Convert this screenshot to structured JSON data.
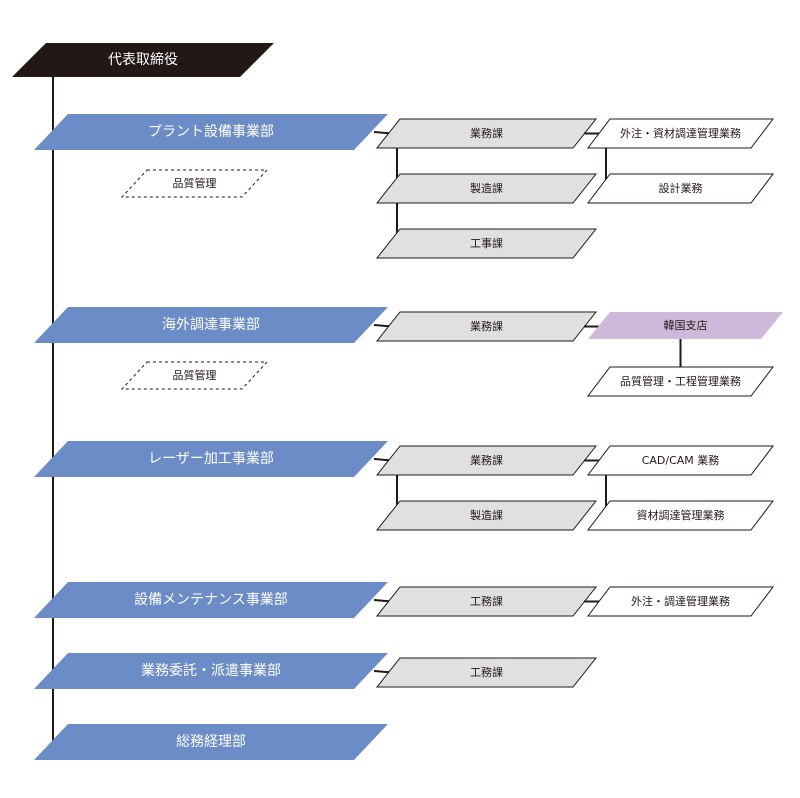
{
  "colors": {
    "head_fill": "#231815",
    "division_fill": "#6b8cc7",
    "section_fill": "#e0e0e0",
    "task_fill": "#ffffff",
    "branch_fill": "#cfb8da",
    "line": "#231815",
    "text_dark": "#231815",
    "text_light": "#ffffff"
  },
  "head": {
    "label": "代表取締役"
  },
  "divisions": [
    {
      "id": "plant",
      "label": "プラント設備事業部",
      "note": "品質管理",
      "sections": [
        {
          "label": "業務課",
          "tasks": [
            "外注・資材調達管理業務",
            "設計業務"
          ]
        },
        {
          "label": "製造課"
        },
        {
          "label": "工事課"
        }
      ]
    },
    {
      "id": "overseas",
      "label": "海外調達事業部",
      "note": "品質管理",
      "sections": [
        {
          "label": "業務課",
          "branch": {
            "label": "韓国支店",
            "tasks": [
              "品質管理・工程管理業務"
            ]
          }
        }
      ]
    },
    {
      "id": "laser",
      "label": "レーザー加工事業部",
      "sections": [
        {
          "label": "業務課",
          "tasks": [
            "CAD/CAM 業務",
            "資材調達管理業務"
          ]
        },
        {
          "label": "製造課"
        }
      ]
    },
    {
      "id": "maintenance",
      "label": "設備メンテナンス事業部",
      "sections": [
        {
          "label": "工務課",
          "tasks": [
            "外注・調達管理業務"
          ]
        }
      ]
    },
    {
      "id": "dispatch",
      "label": "業務委託・派遣事業部",
      "sections": [
        {
          "label": "工務課"
        }
      ]
    },
    {
      "id": "general",
      "label": "総務経理部"
    }
  ]
}
